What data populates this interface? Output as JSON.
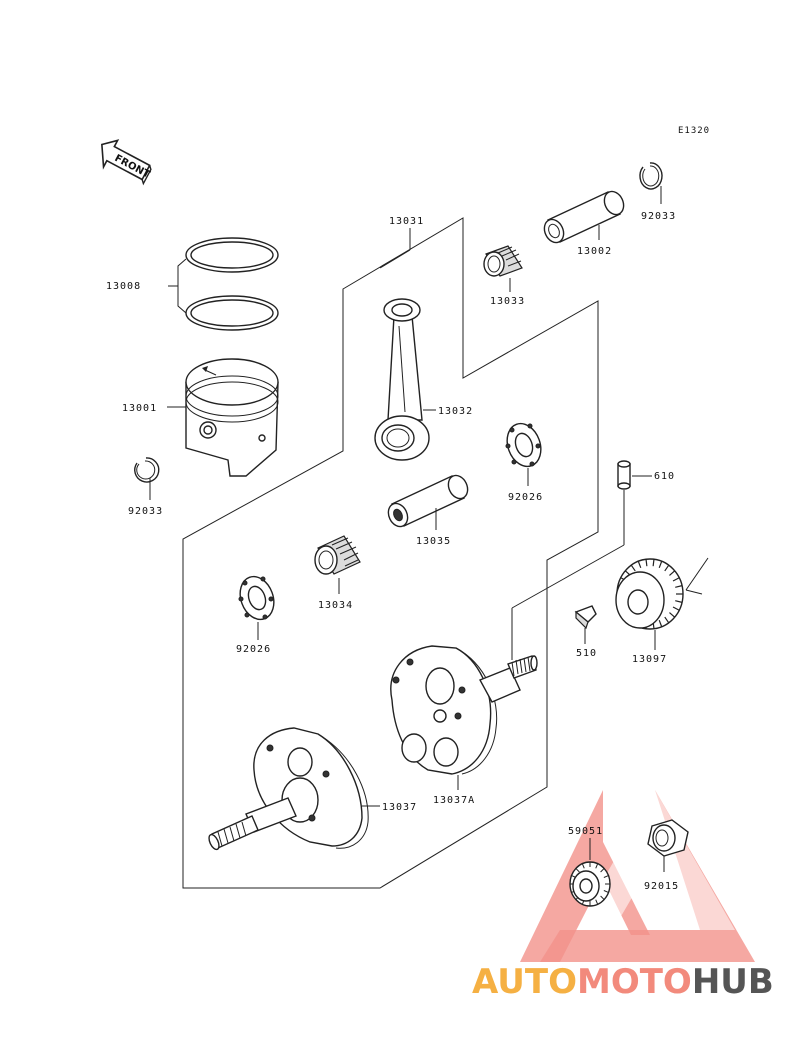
{
  "diagram_ref": "E1320",
  "front_label": "FRONT",
  "parts": [
    {
      "id": "13008",
      "name": "piston-ring-set"
    },
    {
      "id": "13001",
      "name": "piston"
    },
    {
      "id": "92033",
      "name": "piston-pin-circlip-left"
    },
    {
      "id": "13031",
      "name": "crankshaft-assembly-group"
    },
    {
      "id": "13032",
      "name": "connecting-rod"
    },
    {
      "id": "13033",
      "name": "small-end-needle-bearing"
    },
    {
      "id": "13002",
      "name": "piston-pin"
    },
    {
      "id": "92033",
      "name": "piston-pin-circlip-right"
    },
    {
      "id": "92026",
      "name": "thrust-washer-right"
    },
    {
      "id": "13035",
      "name": "crank-pin"
    },
    {
      "id": "13034",
      "name": "big-end-needle-bearing"
    },
    {
      "id": "92026",
      "name": "thrust-washer-left"
    },
    {
      "id": "610",
      "name": "pin"
    },
    {
      "id": "510",
      "name": "woodruff-key"
    },
    {
      "id": "13097",
      "name": "primary-gear"
    },
    {
      "id": "13037",
      "name": "left-crank-half"
    },
    {
      "id": "13037A",
      "name": "right-crank-half"
    },
    {
      "id": "59051",
      "name": "gear"
    },
    {
      "id": "92015",
      "name": "nut"
    }
  ],
  "watermark": {
    "part1": "AUTO",
    "part2": "MOTO",
    "part3": "HUB",
    "colors": {
      "part1": "#f5b043",
      "part2": "#f28a7c",
      "part3": "#555555",
      "logo": "#f08077"
    }
  }
}
